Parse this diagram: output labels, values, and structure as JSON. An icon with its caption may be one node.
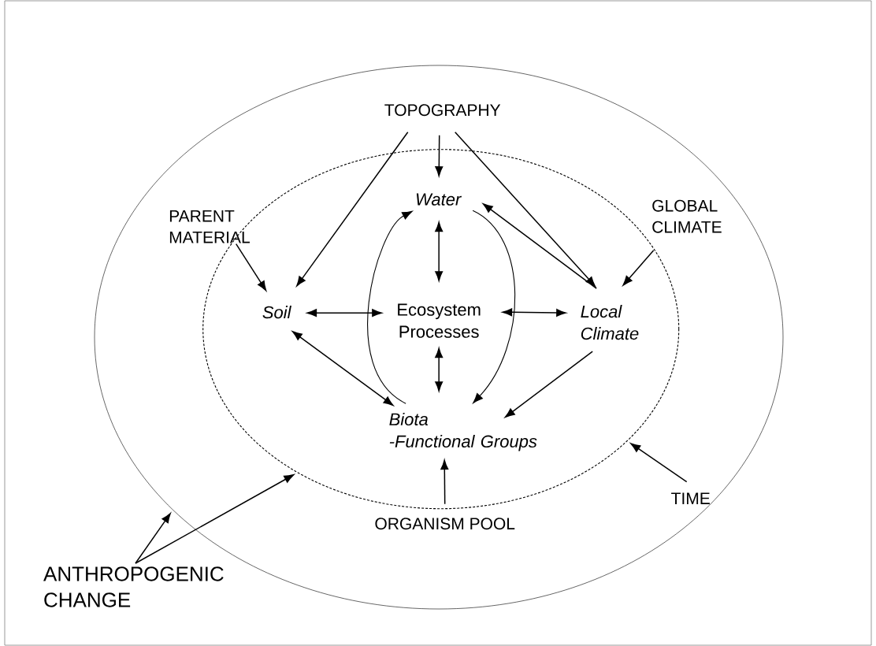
{
  "diagram": {
    "nodes": [
      {
        "text": [],
        "shape": "ellipse"
      },
      {
        "text": [
          "TOPOGRAPHY"
        ],
        "in": 0
      },
      {
        "text": [],
        "shape": "ellipse",
        "in": 0
      },
      {
        "text": [
          "PARENT MATERIAL"
        ],
        "in": 0
      },
      {
        "text": [
          "GLOBAL CLIMATE"
        ],
        "in": 0
      },
      {
        "text": [
          "Water"
        ],
        "in": 2
      },
      {
        "text": [
          "Soil"
        ],
        "in": 2
      },
      {
        "text": [
          "Ecosystem Processes"
        ],
        "in": 2
      },
      {
        "text": [
          "Local Climate"
        ],
        "in": 2
      },
      {
        "text": [
          "Biota -Functional Groups"
        ],
        "in": 2
      },
      {
        "text": [
          "TIME"
        ],
        "in": 0
      },
      {
        "text": [
          "ORGANISM POOL"
        ],
        "in": 0
      },
      {
        "text": [
          "ANTHROPOGENIC CHANGE"
        ]
      }
    ],
    "edges": [
      {
        "from": 1,
        "to": 6,
        "arrow": "to"
      },
      {
        "from": 1,
        "to": 5,
        "arrow": "to"
      },
      {
        "from": 1,
        "to": 8,
        "arrow": "to"
      },
      {
        "from": 3,
        "to": 6,
        "arrow": "to"
      },
      {
        "from": 4,
        "to": 8,
        "arrow": "to"
      },
      {
        "from": 8,
        "to": 5,
        "arrow": "to"
      },
      {
        "from": 5,
        "to": 7,
        "arrow": "both"
      },
      {
        "from": 6,
        "to": 7,
        "arrow": "both"
      },
      {
        "from": 7,
        "to": 8,
        "arrow": "both"
      },
      {
        "from": 7,
        "to": 9,
        "arrow": "both"
      },
      {
        "from": 6,
        "to": 9,
        "arrow": "both"
      },
      {
        "from": 8,
        "to": 9,
        "arrow": "to"
      },
      {
        "from": 9,
        "to": 5,
        "arrow": "to"
      },
      {
        "from": 5,
        "to": 9,
        "arrow": "to"
      },
      {
        "from": 10,
        "to": 2,
        "arrow": "to"
      },
      {
        "from": 11,
        "to": 9,
        "arrow": "to"
      },
      {
        "from": 12,
        "to": 0,
        "arrow": "to"
      },
      {
        "from": 12,
        "to": 2,
        "arrow": "to"
      }
    ]
  }
}
